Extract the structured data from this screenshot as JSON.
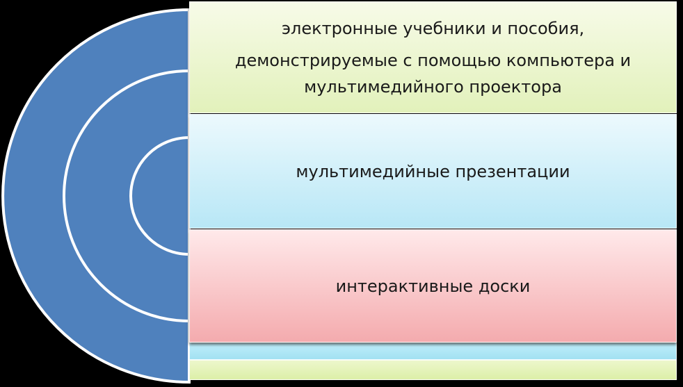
{
  "diagram": {
    "items": [
      {
        "label_line1": "электронные учебники и пособия,",
        "label_rest": "демонстрируемые с помощью компьютера и мультимедийного проектора",
        "color": "#e6f3c4"
      },
      {
        "label": "мультимедийные презентации",
        "color": "#c4ecf8"
      },
      {
        "label": "интерактивные доски",
        "color": "#f8c3c5"
      }
    ],
    "arc_color": "#4f81bd",
    "arc_stroke": "#ffffff",
    "background": "#000000"
  }
}
